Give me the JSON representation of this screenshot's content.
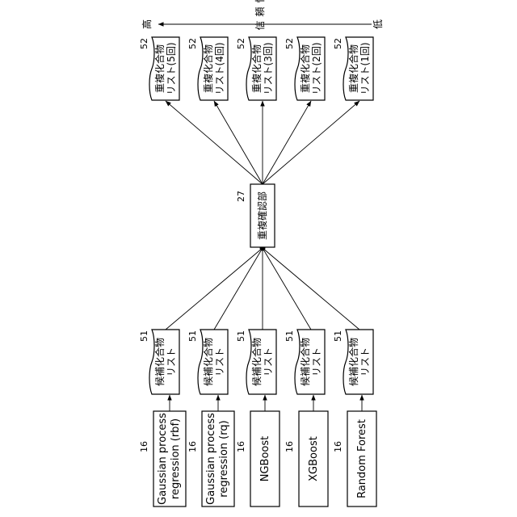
{
  "models": [
    {
      "ref": "16",
      "lines": [
        "Gaussian process",
        "regression (rbf)"
      ]
    },
    {
      "ref": "16",
      "lines": [
        "Gaussian process",
        "regression (rq)"
      ]
    },
    {
      "ref": "16",
      "lines": [
        "NGBoost"
      ]
    },
    {
      "ref": "16",
      "lines": [
        "XGBoost"
      ]
    },
    {
      "ref": "16",
      "lines": [
        "Random Forest"
      ]
    }
  ],
  "candidate_lists": [
    {
      "ref": "51",
      "lines": [
        "候補化合物",
        "リスト"
      ]
    },
    {
      "ref": "51",
      "lines": [
        "候補化合物",
        "リスト"
      ]
    },
    {
      "ref": "51",
      "lines": [
        "候補化合物",
        "リスト"
      ]
    },
    {
      "ref": "51",
      "lines": [
        "候補化合物",
        "リスト"
      ]
    },
    {
      "ref": "51",
      "lines": [
        "候補化合物",
        "リスト"
      ]
    }
  ],
  "checker": {
    "ref": "27",
    "label": "重複確認部"
  },
  "duplicate_lists": [
    {
      "ref": "52",
      "lines": [
        "重複化合物",
        "リスト(5回)"
      ]
    },
    {
      "ref": "52",
      "lines": [
        "重複化合物",
        "リスト(4回)"
      ]
    },
    {
      "ref": "52",
      "lines": [
        "重複化合物",
        "リスト(3回)"
      ]
    },
    {
      "ref": "52",
      "lines": [
        "重複化合物",
        "リスト(2回)"
      ]
    },
    {
      "ref": "52",
      "lines": [
        "重複化合物",
        "リスト(1回)"
      ]
    }
  ],
  "reliability": {
    "label": "信頼性",
    "high": "高",
    "low": "低"
  }
}
